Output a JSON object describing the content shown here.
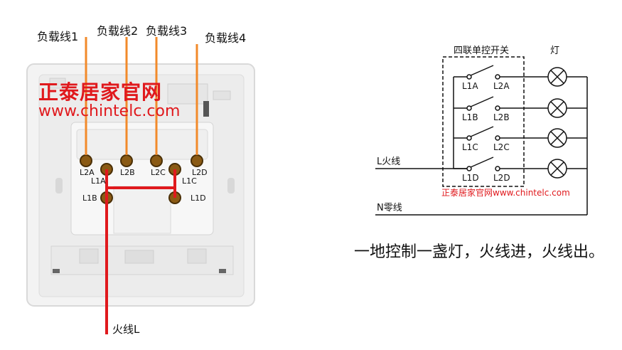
{
  "left_panel": {
    "load_labels": [
      "负载线1",
      "负载线2",
      "负载线3",
      "负载线4"
    ],
    "live_label": "火线L",
    "terminal_labels": [
      "L2A",
      "L2B",
      "L2C",
      "L2D",
      "L1A",
      "L1C",
      "L1B",
      "L1D"
    ],
    "watermark_cn": "正泰居家官网",
    "watermark_url": "www.chintelc.com",
    "colors": {
      "load_wire": "#f28a2a",
      "live_wire": "#e0191d",
      "plate": "#efefef"
    }
  },
  "right_panel": {
    "switch_box_title": "四联单控开关",
    "lamp_title": "灯",
    "switch_labels": [
      {
        "left": "L1A",
        "right": "L2A"
      },
      {
        "left": "L1B",
        "right": "L2B"
      },
      {
        "left": "L1C",
        "right": "L2C"
      },
      {
        "left": "L1D",
        "right": "L2D"
      }
    ],
    "live_line_label": "L火线",
    "neutral_line_label": "N零线",
    "watermark": "正泰居家官网www.chintelc.com"
  },
  "caption": "一地控制一盏灯，火线进，火线出。"
}
